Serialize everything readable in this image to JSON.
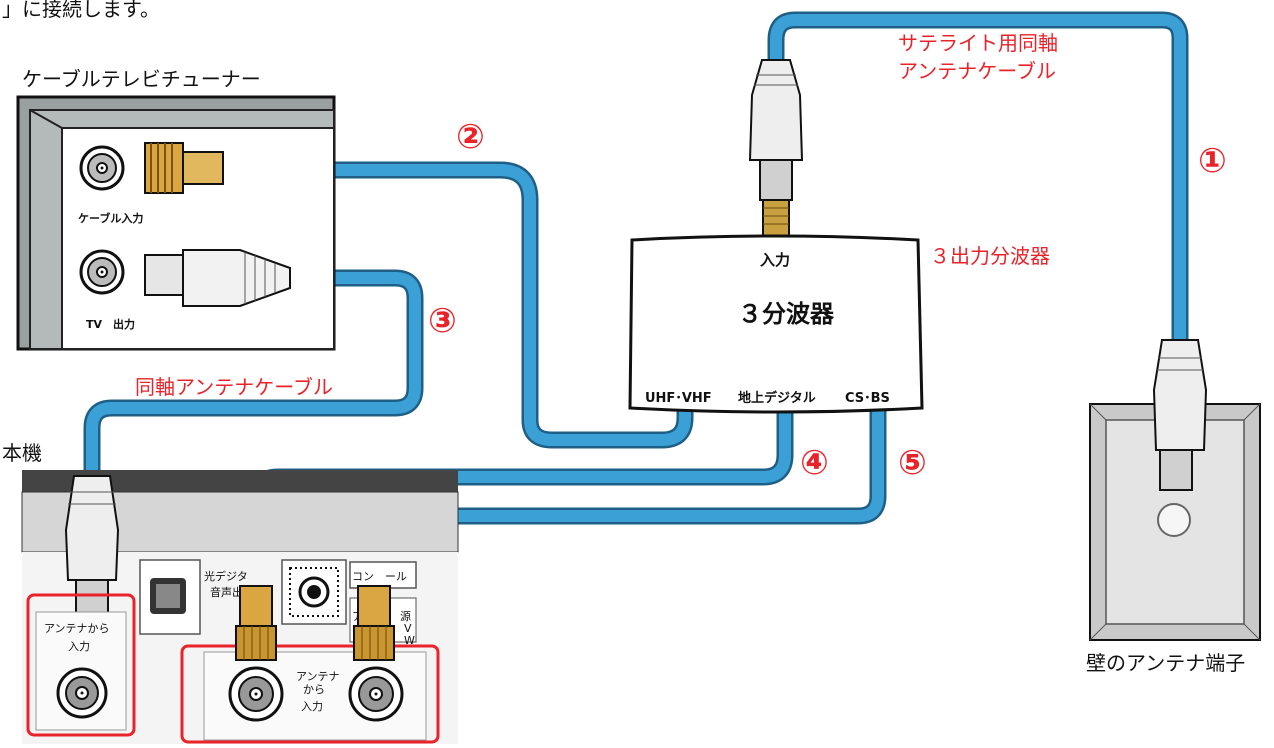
{
  "diagram": {
    "top_fragment": "」に接続します。",
    "tuner": {
      "title": "ケーブルテレビチューナー",
      "cable_input": "ケーブル入力",
      "tv_output": "TV　出力"
    },
    "splitter": {
      "input": "入力",
      "title": "３分波器",
      "port_uhf_vhf": "UHF･VHF",
      "port_terrestrial": "地上デジタル",
      "port_cs_bs": "CS･BS",
      "caption": "３出力分波器"
    },
    "satellite_cable_label_1": "サテライト用同軸",
    "satellite_cable_label_2": "アンテナケーブル",
    "coax_cable_label": "同軸アンテナケーブル",
    "unit": {
      "title": "本機",
      "antenna_from_small": "アンテナから",
      "antenna_input": "入力",
      "optical_label_1": "光デジタ",
      "optical_label_2": "音声出",
      "control_label": "コン　ール",
      "power_label_1": "ア",
      "power_label_2": "源",
      "power_label_3": "V",
      "power_label_4": "W",
      "antenna_from_2a": "アンテナ",
      "antenna_from_2b": "から",
      "antenna_input_2": "入力"
    },
    "wall": {
      "label": "壁のアンテナ端子"
    },
    "markers": [
      "①",
      "②",
      "③",
      "④",
      "⑤"
    ],
    "colors": {
      "cable": "#2e8fc4",
      "accent": "#e8232a"
    }
  }
}
